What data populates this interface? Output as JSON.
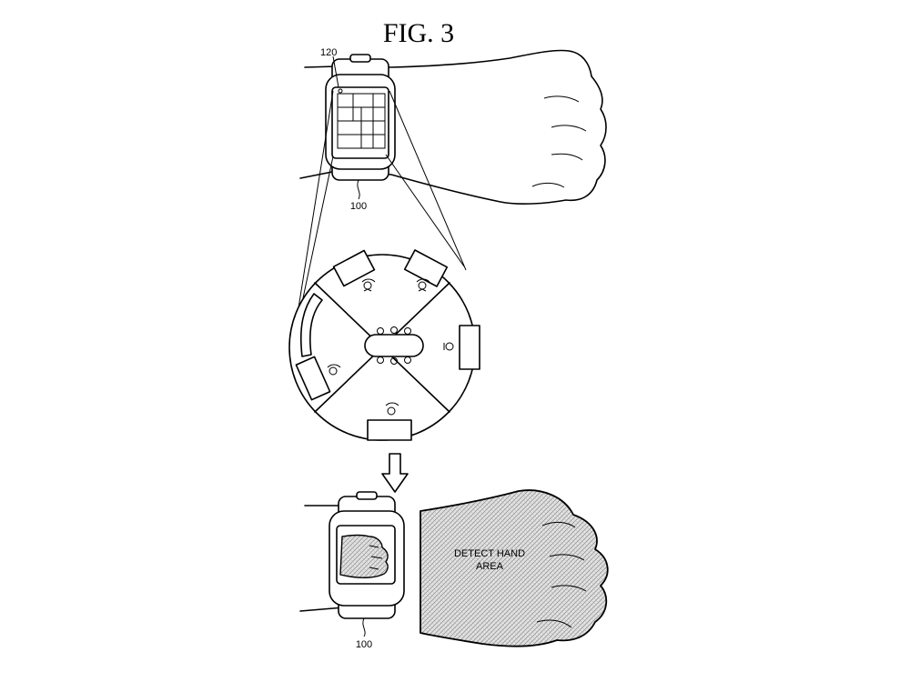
{
  "figure": {
    "title": "FIG. 3",
    "labels": {
      "screen_ref": "120",
      "device_ref_top": "100",
      "device_ref_bottom": "100"
    },
    "caption": {
      "line1": "DETECT HAND",
      "line2": "AREA"
    },
    "icons": {
      "arrow": "down-arrow-icon",
      "pattern": "hatched-shading"
    }
  }
}
